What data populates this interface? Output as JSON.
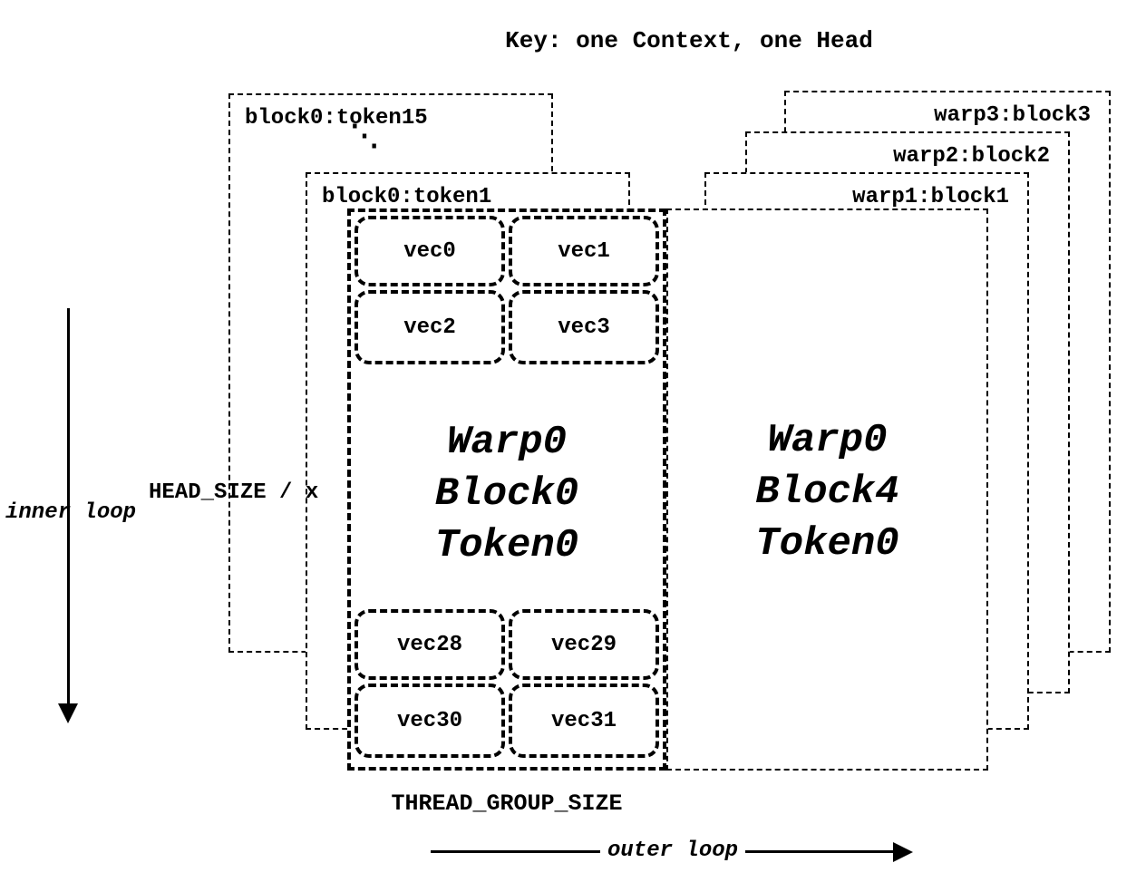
{
  "title": "Key: one Context, one Head",
  "left_stack": {
    "back_box_label": "block0:token15",
    "ellipsis": "⋱",
    "mid_box_label": "block0:token1"
  },
  "right_stack": {
    "back_box_label": "warp3:block3",
    "mid_box_label": "warp2:block2",
    "front_box_label": "warp1:block1"
  },
  "main_box": {
    "lines": [
      "Warp0",
      "Block0",
      "Token0"
    ],
    "vecs_top": [
      "vec0",
      "vec1",
      "vec2",
      "vec3"
    ],
    "vecs_bottom": [
      "vec28",
      "vec29",
      "vec30",
      "vec31"
    ]
  },
  "right_box": {
    "lines": [
      "Warp0",
      "Block4",
      "Token0"
    ]
  },
  "annotations": {
    "head_size": "HEAD_SIZE / x",
    "thread_group_size": "THREAD_GROUP_SIZE",
    "inner_loop": "inner loop",
    "outer_loop": "outer loop"
  },
  "colors": {
    "line": "#000000",
    "background": "#ffffff"
  }
}
